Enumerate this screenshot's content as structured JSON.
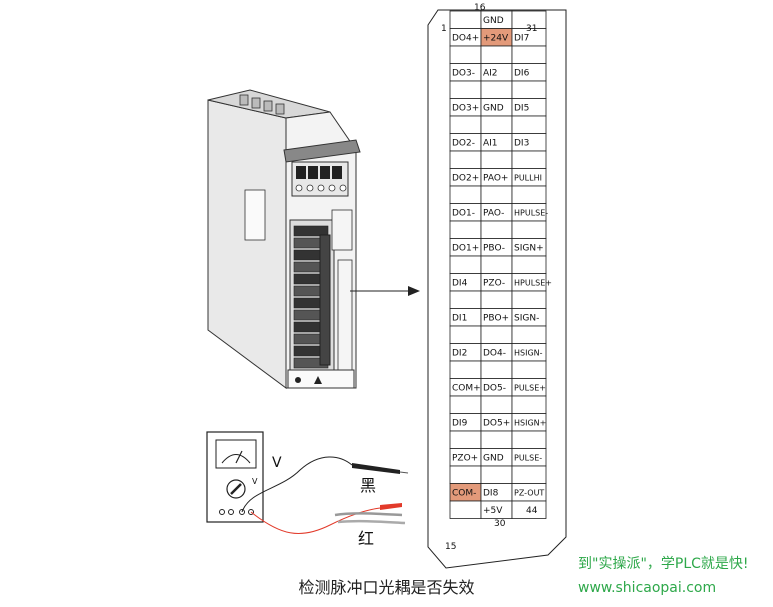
{
  "connector": {
    "corner_labels": {
      "pin16": "16",
      "pin31": "31",
      "pin1": "1",
      "pin44": "44",
      "pin30": "30",
      "pin15": "15"
    },
    "left_col": [
      "",
      "DO4+",
      "",
      "DO3-",
      "",
      "DO3+",
      "",
      "DO2-",
      "",
      "DO2+",
      "",
      "DO1-",
      "",
      "DO1+",
      "",
      "DI4",
      "",
      "DI1",
      "",
      "DI2",
      "",
      "COM+",
      "",
      "DI9",
      "",
      "PZO+",
      "",
      "COM-",
      ""
    ],
    "mid_col": [
      "GND",
      "+24V",
      "",
      "AI2",
      "",
      "GND",
      "",
      "AI1",
      "",
      "PAO+",
      "",
      "PAO-",
      "",
      "PBO-",
      "",
      "PZO-",
      "",
      "PBO+",
      "",
      "DO4-",
      "",
      "DO5-",
      "",
      "DO5+",
      "",
      "GND",
      "",
      "DI8",
      "+5V"
    ],
    "right_col": [
      "",
      "DI7",
      "",
      "DI6",
      "",
      "DI5",
      "",
      "DI3",
      "",
      "PULLHI",
      "",
      "HPULSE-",
      "",
      "SIGN+",
      "",
      "HPULSE+",
      "",
      "SIGN-",
      "",
      "HSIGN-",
      "",
      "PULSE+",
      "",
      "HSIGN+",
      "",
      "PULSE-",
      "",
      "PZ-OUT",
      ""
    ],
    "highlight_color": "#e39a7a"
  },
  "meter": {
    "v_symbol": "V",
    "v_small": "V"
  },
  "probes": {
    "black_label": "黑",
    "red_label": "红",
    "black_color": "#222222",
    "red_color": "#e23a2a"
  },
  "caption": "检测脉冲口光耦是否失效",
  "watermark": {
    "line1": "到\"实操派\"，学PLC就是快!",
    "line2": "www.shicaopai.com"
  }
}
